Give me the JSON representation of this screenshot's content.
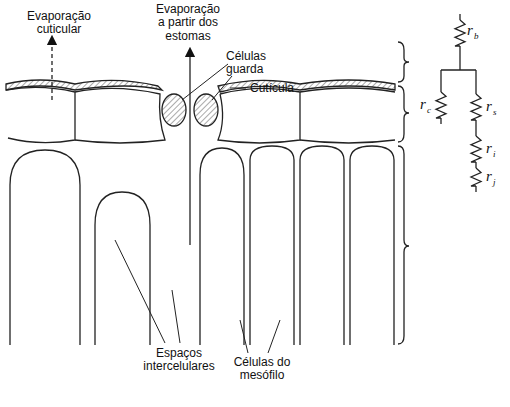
{
  "diagram": {
    "labels": [
      "Evaporação cuticular",
      "Evaporação a partir dos estomas",
      "Células guarda",
      "Cutícula",
      "Espaços intercelulares",
      "Células do mesófilo",
      "r",
      "b",
      "r",
      "c",
      "r",
      "s",
      "r",
      "i",
      "r",
      "j"
    ]
  }
}
